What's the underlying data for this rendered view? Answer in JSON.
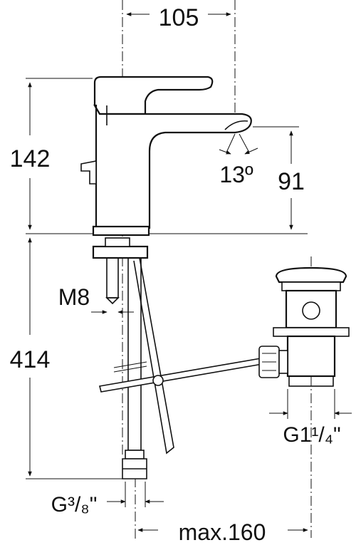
{
  "dimensions": {
    "spout_reach": "105",
    "body_height": "142",
    "spout_height": "91",
    "spout_angle": "13º",
    "below_counter": "414",
    "mounting_thread": "M8",
    "inlet_thread": "G³/₈\"",
    "waste_thread": "G1¹/₄\"",
    "waste_offset": "max.160"
  },
  "colors": {
    "line": "#111111",
    "background": "#ffffff"
  }
}
